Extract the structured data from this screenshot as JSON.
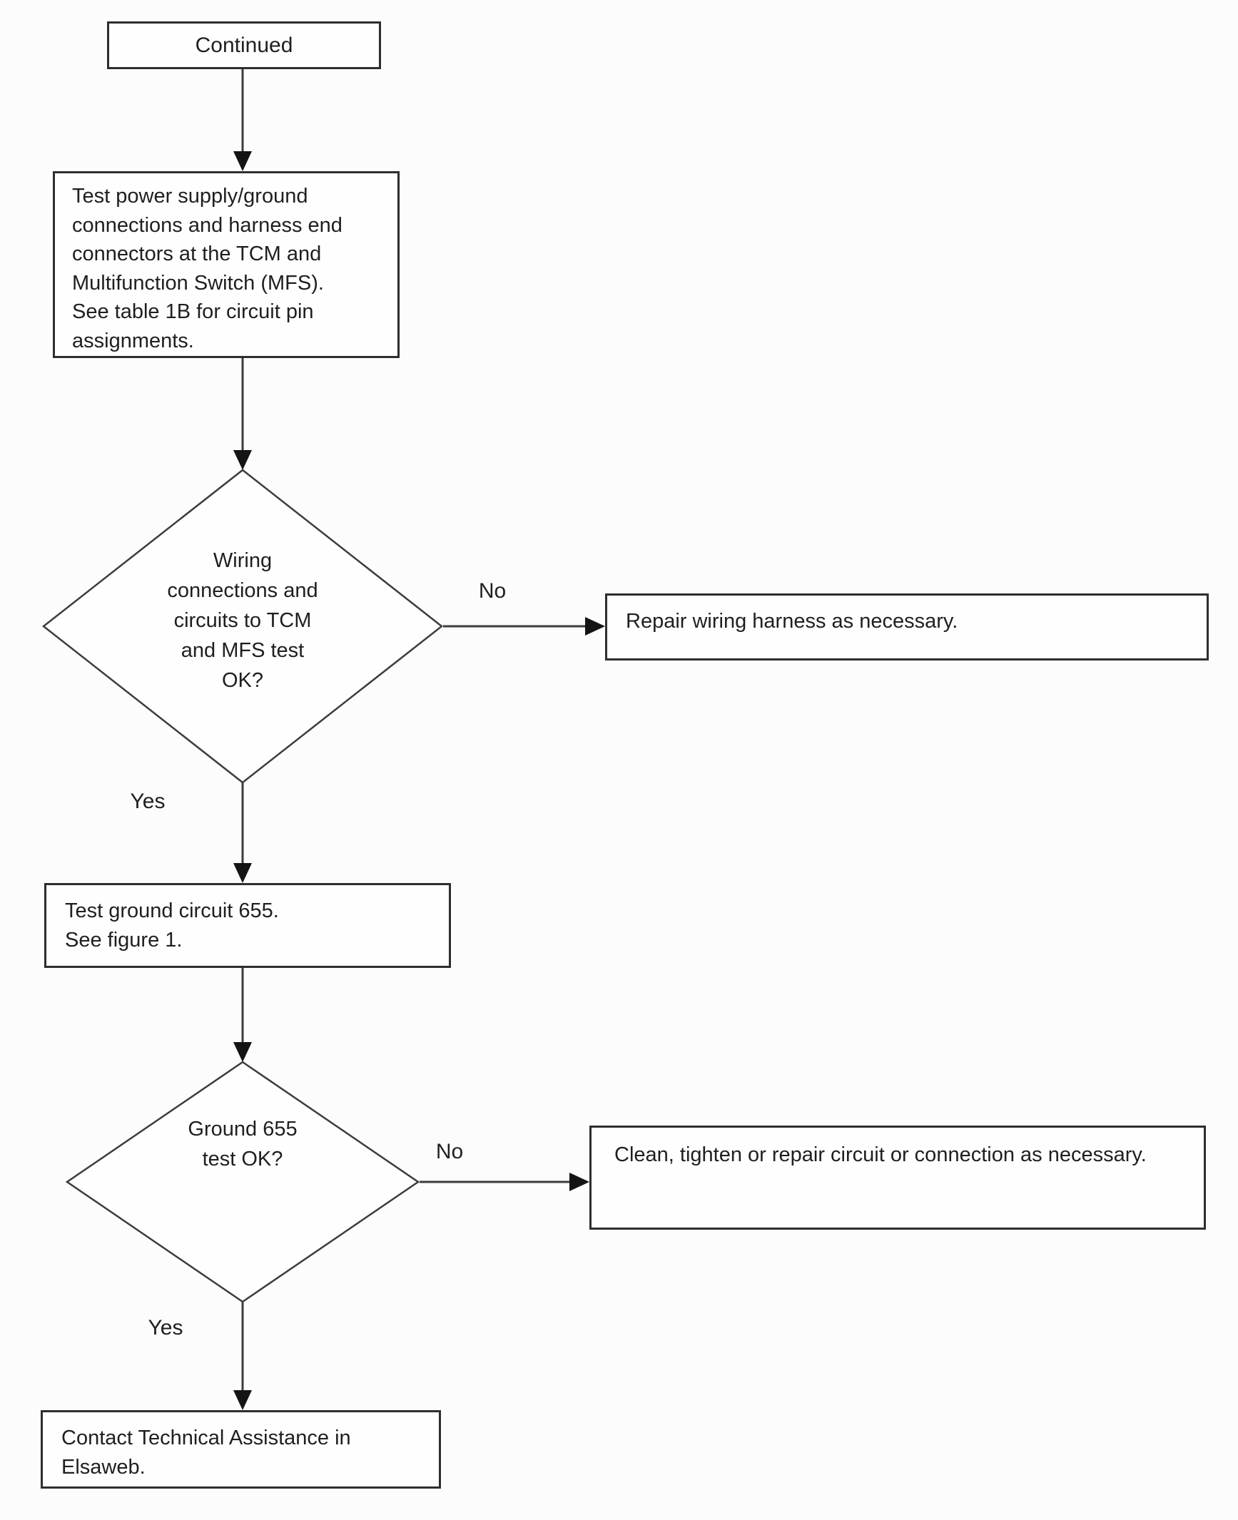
{
  "flowchart": {
    "colors": {
      "background": "#fcfcfc",
      "line": "#3c3c3c",
      "border": "#2e2e2e",
      "arrow": "#141414",
      "text": "#1f1f1f"
    },
    "nodes": [
      {
        "id": "continued",
        "type": "process",
        "label": "Continued"
      },
      {
        "id": "test-power-supply",
        "type": "process",
        "label": "Test power supply/ground\nconnections and harness end\nconnectors at the TCM and\nMultifunction Switch (MFS).\nSee table 1B for circuit pin\nassignments."
      },
      {
        "id": "wiring-ok",
        "type": "decision",
        "label": "Wiring\nconnections and\ncircuits to TCM\nand MFS test\nOK?"
      },
      {
        "id": "repair-harness",
        "type": "process",
        "label": "Repair wiring harness as necessary."
      },
      {
        "id": "test-ground-655",
        "type": "process",
        "label": "Test ground circuit 655.\nSee figure 1."
      },
      {
        "id": "ground-655-ok",
        "type": "decision",
        "label": "Ground 655\ntest OK?"
      },
      {
        "id": "clean-tighten-repair",
        "type": "process",
        "label": "Clean, tighten or repair circuit or connection as necessary."
      },
      {
        "id": "contact-technical-assistance",
        "type": "process",
        "label": "Contact Technical Assistance in\nElsaweb."
      }
    ],
    "edges": [
      {
        "from": "continued",
        "to": "test-power-supply",
        "label": ""
      },
      {
        "from": "test-power-supply",
        "to": "wiring-ok",
        "label": ""
      },
      {
        "from": "wiring-ok",
        "to": "repair-harness",
        "label": "No"
      },
      {
        "from": "wiring-ok",
        "to": "test-ground-655",
        "label": "Yes"
      },
      {
        "from": "test-ground-655",
        "to": "ground-655-ok",
        "label": ""
      },
      {
        "from": "ground-655-ok",
        "to": "clean-tighten-repair",
        "label": "No"
      },
      {
        "from": "ground-655-ok",
        "to": "contact-technical-assistance",
        "label": "Yes"
      }
    ]
  }
}
